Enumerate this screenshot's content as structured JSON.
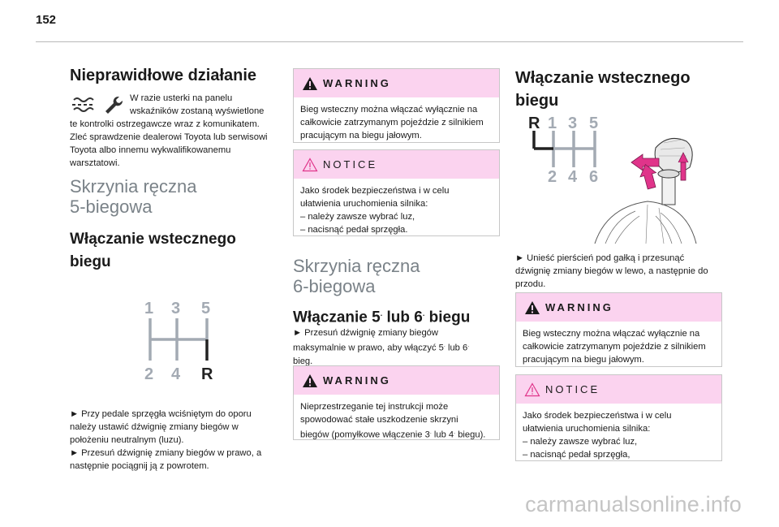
{
  "page_number": "152",
  "col1": {
    "heading": "Nieprawidłowe działanie",
    "warning_text_lines": [
      "W razie usterki na panelu",
      "wskaźników zostaną wyświetlone"
    ],
    "body_lines": [
      "te kontrolki ostrzegawcze wraz z komunikatem.",
      "Zleć sprawdzenie dealerowi Toyota lub serwisowi",
      "Toyota albo innemu wykwalifikowanemu",
      "warsztatowi."
    ],
    "section_title_lines": [
      "Skrzynia ręczna",
      "5-biegowa"
    ],
    "subheading_lines": [
      "Włączanie wstecznego",
      "biegu"
    ],
    "gear_labels": {
      "top": [
        "1",
        "3",
        "5"
      ],
      "bottom": [
        "2",
        "4",
        "R"
      ]
    },
    "instructions": [
      "► Przy pedale sprzęgła wciśniętym do oporu",
      "należy ustawić dźwignię zmiany biegów w",
      "położeniu neutralnym (luzu).",
      "► Przesuń dźwignię zmiany biegów w prawo, a",
      "następnie pociągnij ją z powrotem."
    ]
  },
  "col2": {
    "warning_box": {
      "title": "WARNING",
      "lines": [
        "Bieg wsteczny można włączać wyłącznie na",
        "całkowicie zatrzymanym pojeździe z silnikiem",
        "pracującym na biegu jałowym."
      ]
    },
    "notice_box": {
      "title": "NOTICE",
      "lines": [
        "Jako środek bezpieczeństwa i w celu",
        "ułatwienia uruchomienia silnika:",
        "–  należy zawsze wybrać luz,",
        "–  nacisnąć pedał sprzęgła."
      ]
    },
    "section_title_lines": [
      "Skrzynia ręczna",
      "6-biegowa"
    ],
    "subheading": {
      "pre": "Włączanie 5",
      "sup1": ".",
      "mid": " lub 6",
      "sup2": ".",
      "post": " biegu"
    },
    "instruction_lines": [
      {
        "text": "► Przesuń dźwignię zmiany biegów"
      },
      {
        "pre": "maksymalnie w prawo, aby włączyć 5",
        "sup1": ".",
        "mid": " lub 6",
        "sup2": "."
      },
      {
        "text": "bieg."
      }
    ],
    "warning_box2": {
      "title": "WARNING",
      "line1": "Nieprzestrzeganie tej instrukcji może",
      "line2": "spowodować stałe uszkodzenie skrzyni",
      "line3": {
        "pre": "biegów (pomyłkowe włączenie 3",
        "sup1": ".",
        "mid": " lub 4",
        "sup2": ".",
        "post": " biegu)."
      }
    }
  },
  "col3": {
    "heading_lines": [
      "Włączanie wstecznego",
      "biegu"
    ],
    "gear_labels": {
      "top": [
        "R",
        "1",
        "3",
        "5"
      ],
      "bottom": [
        "2",
        "4",
        "6"
      ]
    },
    "instruction_lines": [
      "► Unieść pierścień pod gałką i przesunąć",
      "dźwignię zmiany biegów w lewo, a następnie do",
      "przodu."
    ],
    "warning_box": {
      "title": "WARNING",
      "lines": [
        "Bieg wsteczny można włączać wyłącznie na",
        "całkowicie zatrzymanym pojeździe z silnikiem",
        "pracującym na biegu jałowym."
      ]
    },
    "notice_box": {
      "title": "NOTICE",
      "lines": [
        "Jako środek bezpieczeństwa i w celu",
        "ułatwienia uruchomienia silnika:",
        "–  należy zawsze wybrać luz,",
        "–  nacisnąć pedał sprzęgła,"
      ]
    }
  },
  "watermark": "carmanualsonline.info",
  "colors": {
    "box_header": "#fbd3ef",
    "gear_grey": "#a3aab3",
    "heading_grey": "#7a8288",
    "arrow_pink": "#e0348a"
  }
}
